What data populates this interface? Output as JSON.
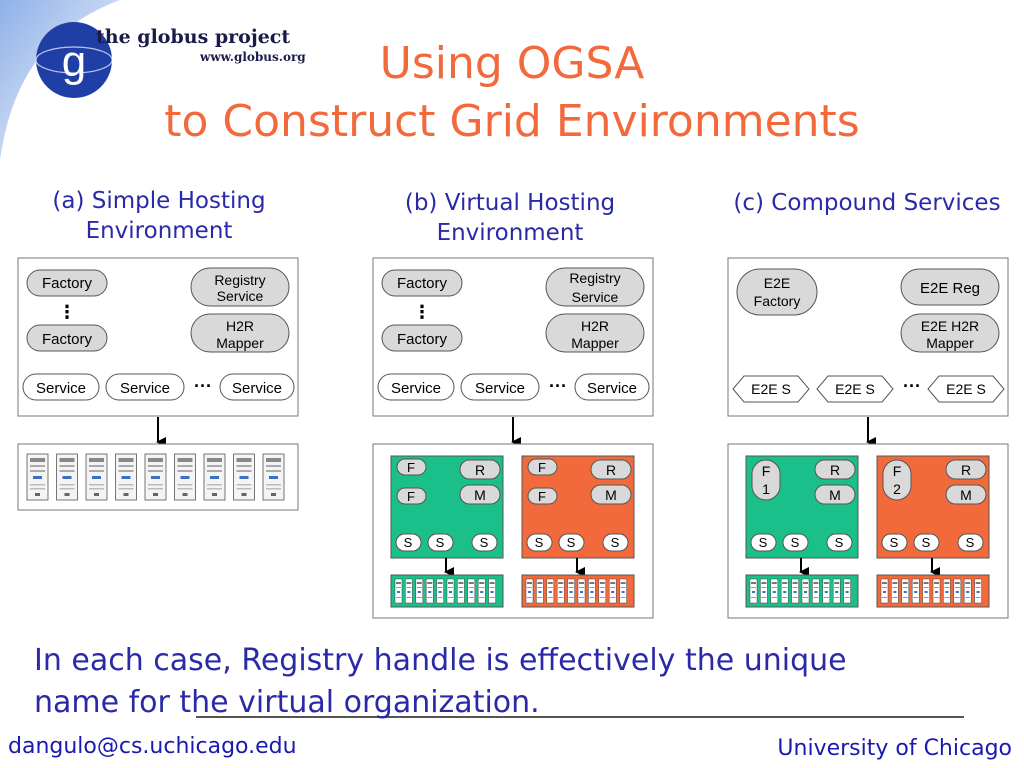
{
  "logo": {
    "name": "the globus project",
    "url": "www.globus.org",
    "letter": "g"
  },
  "title": {
    "line1": "Using OGSA",
    "line2": "to Construct Grid Environments"
  },
  "panels": [
    {
      "title_line1": "(a) Simple Hosting",
      "title_line2": "Environment",
      "factory1": "Factory",
      "factory2": "Factory",
      "dots": "⋮",
      "registry_line1": "Registry",
      "registry_line2": "Service",
      "mapper_line1": "H2R",
      "mapper_line2": "Mapper",
      "service1": "Service",
      "service2": "Service",
      "service3": "Service",
      "ellipsis": "···"
    },
    {
      "title_line1": "(b) Virtual Hosting",
      "title_line2": "Environment",
      "factory1": "Factory",
      "factory2": "Factory",
      "dots": "⋮",
      "registry_line1": "Registry",
      "registry_line2": "Service",
      "mapper_line1": "H2R",
      "mapper_line2": "Mapper",
      "service1": "Service",
      "service2": "Service",
      "service3": "Service",
      "ellipsis": "···",
      "vo_labels": {
        "f": "F",
        "r": "R",
        "m": "M",
        "s": "S"
      }
    },
    {
      "title": "(c) Compound Services",
      "e2e_factory_line1": "E2E",
      "e2e_factory_line2": "Factory",
      "e2e_reg": "E2E Reg",
      "e2e_mapper_line1": "E2E H2R",
      "e2e_mapper_line2": "Mapper",
      "e2e_s1": "E2E S",
      "e2e_s2": "E2E S",
      "e2e_s3": "E2E S",
      "ellipsis": "···",
      "vo_labels": {
        "f1_line1": "F",
        "f1_line2": "1",
        "f2_line1": "F",
        "f2_line2": "2",
        "r": "R",
        "m": "M",
        "s": "S"
      }
    }
  ],
  "colors": {
    "title": "#f26a3c",
    "panel_title": "#2a2aa8",
    "vo_green": "#1bbf8a",
    "vo_orange": "#f26a3c",
    "pill": "#d9d9d9",
    "footer": "#1a1ab0"
  },
  "statement": {
    "line1": "In each case, Registry handle is effectively the unique",
    "line2": "name for the virtual organization."
  },
  "footer": {
    "email": "dangulo@cs.uchicago.edu",
    "institution": "University of Chicago"
  }
}
